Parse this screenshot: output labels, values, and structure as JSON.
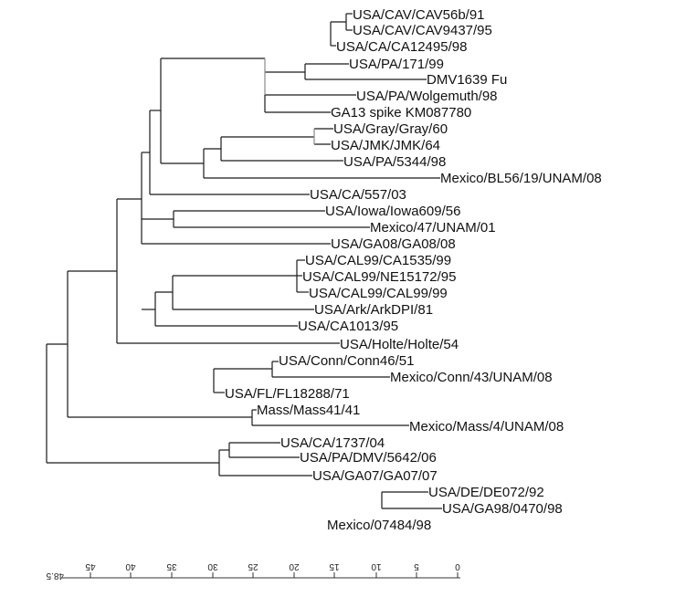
{
  "tree": {
    "leaves": [
      "USA/CAV/CAV56b/91",
      "USA/CAV/CAV9437/95",
      "USA/CA/CA12495/98",
      "USA/PA/171/99",
      "DMV1639 Fu",
      "USA/PA/Wolgemuth/98",
      "GA13 spike KM087780",
      "USA/Gray/Gray/60",
      "USA/JMK/JMK/64",
      "USA/PA/5344/98",
      "Mexico/BL56/19/UNAM/08",
      "USA/CA/557/03",
      "USA/Iowa/Iowa609/56",
      "Mexico/47/UNAM/01",
      "USA/GA08/GA08/08",
      "USA/CAL99/CA1535/99",
      "USA/CAL99/NE15172/95",
      "USA/CAL99/CAL99/99",
      "USA/Ark/ArkDPI/81",
      "USA/CA1013/95",
      "USA/Holte/Holte/54",
      "USA/Conn/Conn46/51",
      "Mexico/Conn/43/UNAM/08",
      "USA/FL/FL18288/71",
      "Mass/Mass41/41",
      "Mexico/Mass/4/UNAM/08",
      "USA/CA/1737/04",
      "USA/PA/DMV/5642/06",
      "USA/GA07/GA07/07",
      "USA/DE/DE072/92",
      "USA/GA98/0470/98",
      "Mexico/07484/98"
    ]
  },
  "scale": {
    "ticks": [
      "45",
      "40",
      "35",
      "30",
      "25",
      "20",
      "15",
      "10",
      "5",
      "0"
    ],
    "start_label": "48.5"
  }
}
